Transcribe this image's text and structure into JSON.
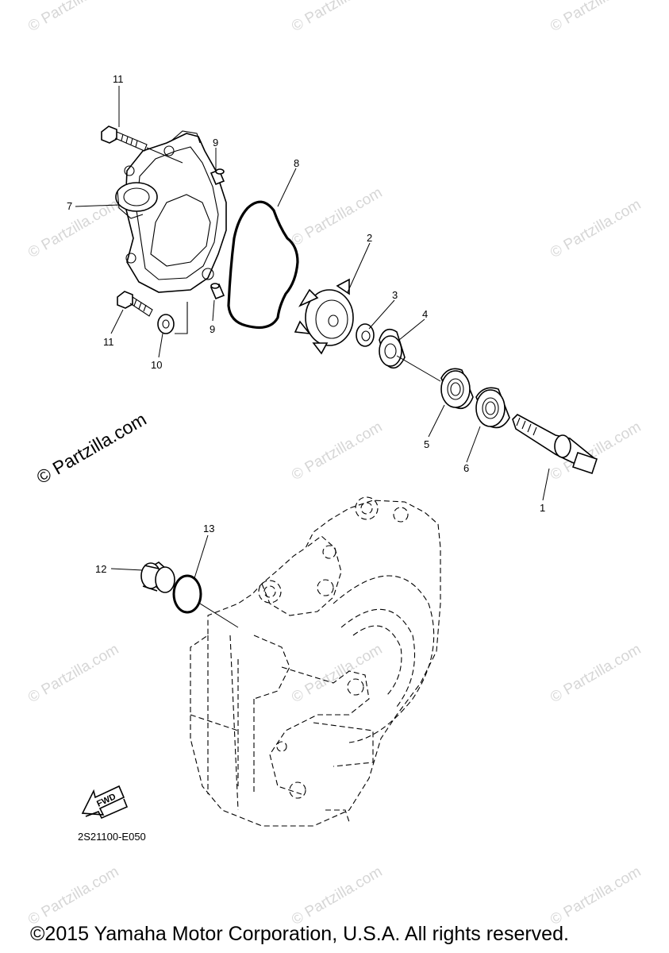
{
  "watermark": {
    "text": "© Partzilla.com",
    "big_text": "© Partzilla.com"
  },
  "callouts": [
    "1",
    "2",
    "3",
    "4",
    "5",
    "6",
    "7",
    "8",
    "9",
    "9",
    "10",
    "11",
    "11",
    "12",
    "13"
  ],
  "fwd_label": "FWD",
  "diagram_code": "2S21100-E050",
  "copyright": "©2015 Yamaha Motor Corporation, U.S.A. All rights reserved."
}
